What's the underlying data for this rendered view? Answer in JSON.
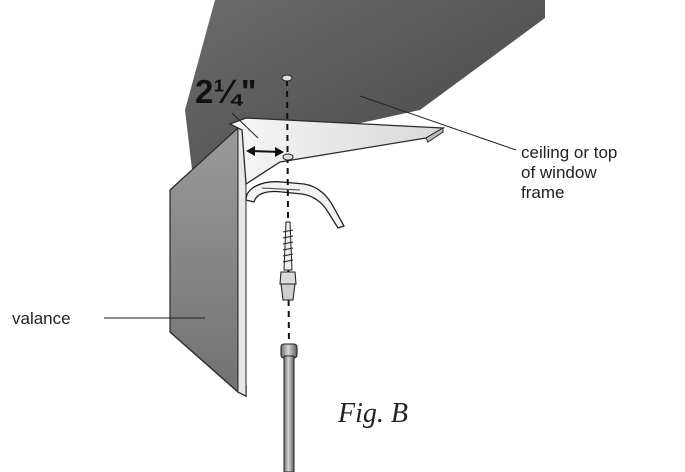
{
  "labels": {
    "dimension": "2¼\"",
    "ceiling_lines": [
      "ceiling or top",
      "of window",
      "frame"
    ],
    "valance": "valance",
    "figure": "Fig. B"
  },
  "colors": {
    "ceiling": "#5a5a5a",
    "valance_face": "#858585",
    "bracket": "#e9e9e9",
    "line": "#1a1a1a"
  },
  "icons": [
    "screw-icon",
    "mounting-bracket-icon",
    "screwdriver-icon",
    "dimension-arrow-icon"
  ]
}
